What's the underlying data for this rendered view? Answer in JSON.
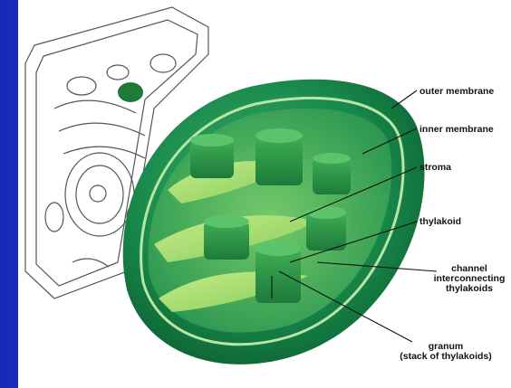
{
  "diagram": {
    "labels": {
      "outer_membrane": "outer membrane",
      "inner_membrane": "inner membrane",
      "stroma": "stroma",
      "thylakoid": "thylakoid",
      "channel_line1": "channel",
      "channel_line2": "interconnecting",
      "channel_line3": "thylakoids",
      "granum_line1": "granum",
      "granum_line2": "(stack of thylakoids)"
    }
  },
  "colors": {
    "background": "#1e2fb0",
    "chloroplast_dark": "#0f6b3a",
    "chloroplast_mid": "#2a9a5a",
    "lamella_light": "#a8dc6a"
  }
}
